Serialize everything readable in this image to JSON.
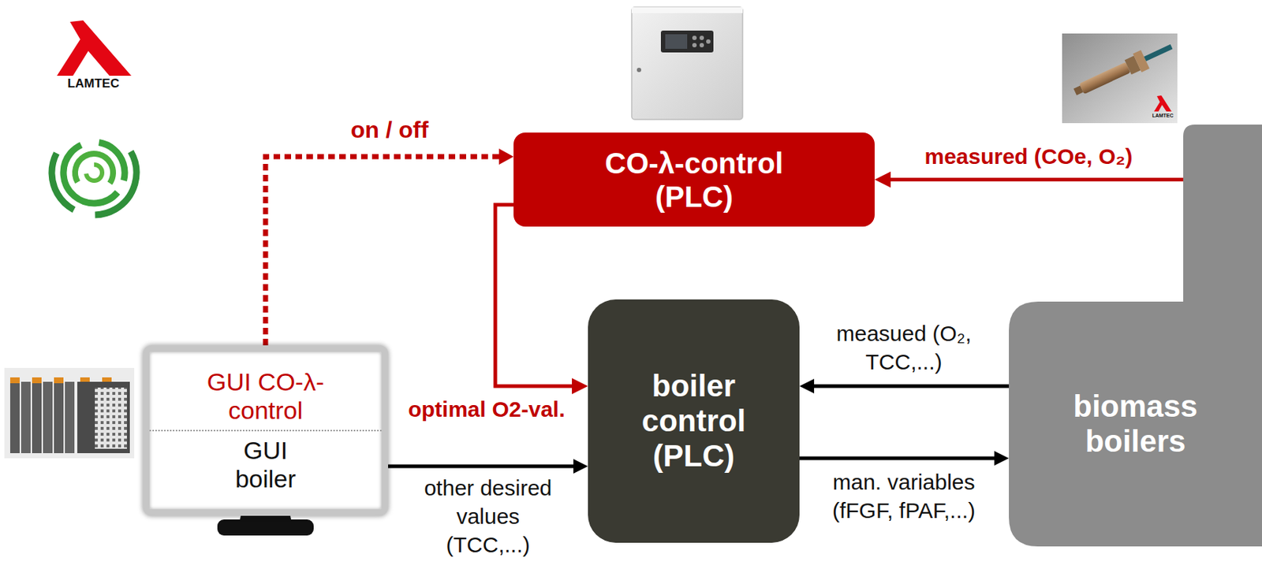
{
  "diagram": {
    "nodes": [
      {
        "text": [
          "CO-λ-control (PLC)"
        ]
      },
      {
        "text": [
          "GUI CO-λ-control",
          "GUI boiler"
        ]
      },
      {
        "text": [
          "boiler control (PLC)"
        ]
      },
      {
        "text": [
          "biomass boilers"
        ]
      }
    ],
    "edges": [
      {
        "from": 1,
        "to": 0,
        "arrow": "to",
        "label": "on / off"
      },
      {
        "from": 3,
        "to": 0,
        "arrow": "to",
        "label": "measured (COe, O₂)"
      },
      {
        "from": 0,
        "to": 2,
        "arrow": "to",
        "label": "optimal O2-val."
      },
      {
        "from": 3,
        "to": 2,
        "arrow": "to",
        "label": "measued (O₂, TCC,...)"
      },
      {
        "from": 1,
        "to": 2,
        "arrow": "to",
        "label": "other desired values (TCC,...)"
      },
      {
        "from": 2,
        "to": 3,
        "arrow": "to",
        "label": "man. variables (fFGF, fPAF,...)"
      }
    ],
    "labels": [
      "LAMTEC",
      "LAMTEC"
    ]
  }
}
